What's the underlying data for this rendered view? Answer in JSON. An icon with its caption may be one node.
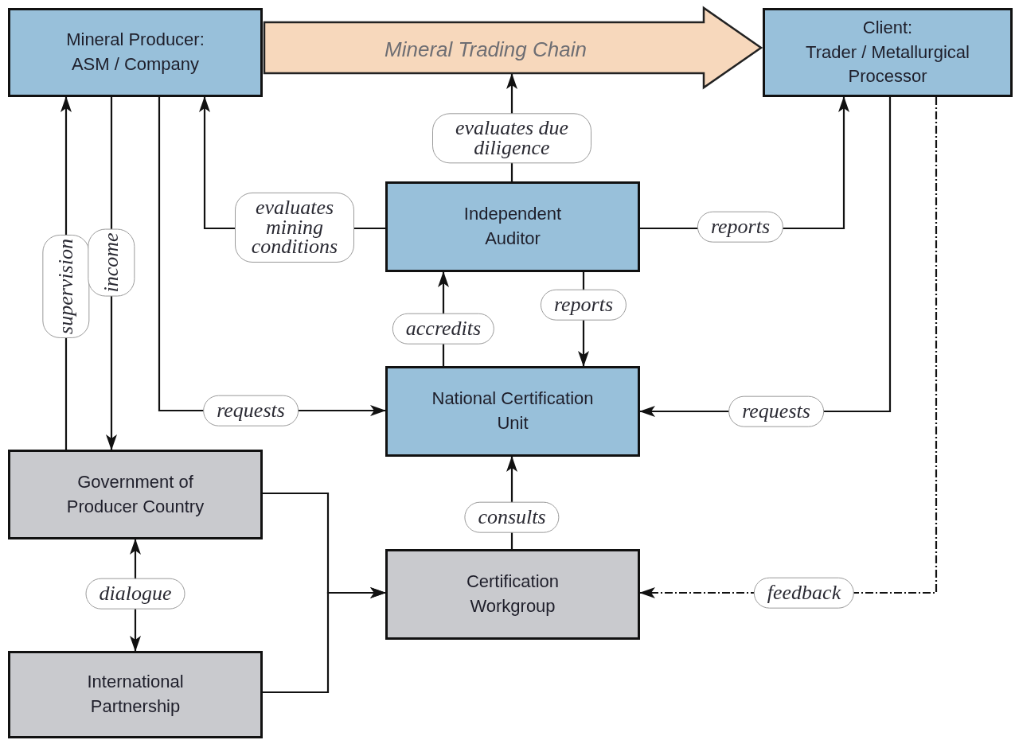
{
  "diagram": {
    "nodes": [
      {
        "text": [
          "Mineral Producer:",
          "ASM / Company"
        ]
      },
      {
        "text": [
          "Client:",
          "Trader / Metallurgical Processor"
        ]
      },
      {
        "text": [
          "Independent Auditor"
        ]
      },
      {
        "text": [
          "National Certification Unit"
        ]
      },
      {
        "text": [
          "Government of Producer Country"
        ]
      },
      {
        "text": [
          "Certification Workgroup"
        ]
      },
      {
        "text": [
          "International Partnership"
        ]
      }
    ],
    "edges": [
      {
        "from": 4,
        "to": 0,
        "arrow": "to",
        "label": "supervision"
      },
      {
        "from": 0,
        "to": 4,
        "arrow": "to",
        "label": "income"
      },
      {
        "from": 0,
        "to": 3,
        "arrow": "to",
        "label": "requests"
      },
      {
        "from": 2,
        "to": 0,
        "arrow": "to",
        "label": "evaluates mining conditions"
      },
      {
        "from": 2,
        "to": null,
        "arrow": "to",
        "label": "evaluates due diligence"
      },
      {
        "from": 2,
        "to": 1,
        "arrow": "to",
        "label": "reports"
      },
      {
        "from": 3,
        "to": 2,
        "arrow": "to",
        "label": "accredits"
      },
      {
        "from": 2,
        "to": 3,
        "arrow": "to",
        "label": "reports"
      },
      {
        "from": 1,
        "to": 3,
        "arrow": "to",
        "label": "requests"
      },
      {
        "from": 5,
        "to": 3,
        "arrow": "to",
        "label": "consults"
      },
      {
        "from": 4,
        "to": 5,
        "arrow": "to"
      },
      {
        "from": 6,
        "to": 5,
        "arrow": "to"
      },
      {
        "from": 4,
        "to": 6,
        "arrow": "both",
        "label": "dialogue"
      },
      {
        "from": 1,
        "to": 5,
        "arrow": "to",
        "label": "feedback",
        "style": "dashed"
      },
      {
        "from": 0,
        "to": 1,
        "arrow": "to",
        "label": "Mineral Trading Chain",
        "style": "thick",
        "color": "#f7d8bc"
      }
    ]
  }
}
